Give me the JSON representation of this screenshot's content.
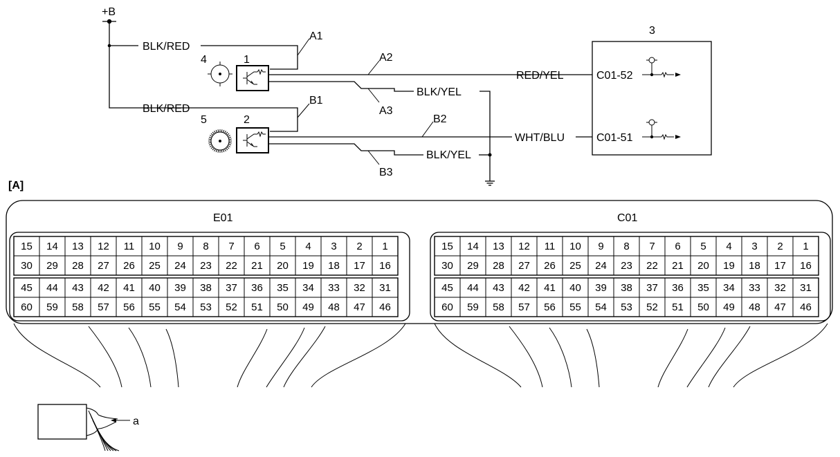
{
  "schematic": {
    "power_label": "+B",
    "wire_labels": {
      "a1_feed": "BLK/RED",
      "b1_feed": "BLK/RED",
      "a2": "RED/YEL",
      "b2": "WHT/BLU",
      "a3": "BLK/YEL",
      "b3": "BLK/YEL"
    },
    "callouts": {
      "a1": "A1",
      "a2": "A2",
      "a3": "A3",
      "b1": "B1",
      "b2": "B2",
      "b3": "B3"
    },
    "components": {
      "sensor_1": "1",
      "sensor_2": "2",
      "ecm": "3",
      "rotor_4": "4",
      "rotor_5": "5"
    },
    "ecm_terminals": {
      "upper": "C01-52",
      "lower": "C01-51"
    }
  },
  "connector_view": {
    "label": "[A]",
    "connectors": [
      {
        "name": "E01",
        "rows": [
          [
            "15",
            "14",
            "13",
            "12",
            "11",
            "10",
            "9",
            "8",
            "7",
            "6",
            "5",
            "4",
            "3",
            "2",
            "1"
          ],
          [
            "30",
            "29",
            "28",
            "27",
            "26",
            "25",
            "24",
            "23",
            "22",
            "21",
            "20",
            "19",
            "18",
            "17",
            "16"
          ],
          [
            "45",
            "44",
            "43",
            "42",
            "41",
            "40",
            "39",
            "38",
            "37",
            "36",
            "35",
            "34",
            "33",
            "32",
            "31"
          ],
          [
            "60",
            "59",
            "58",
            "57",
            "56",
            "55",
            "54",
            "53",
            "52",
            "51",
            "50",
            "49",
            "48",
            "47",
            "46"
          ]
        ]
      },
      {
        "name": "C01",
        "rows": [
          [
            "15",
            "14",
            "13",
            "12",
            "11",
            "10",
            "9",
            "8",
            "7",
            "6",
            "5",
            "4",
            "3",
            "2",
            "1"
          ],
          [
            "30",
            "29",
            "28",
            "27",
            "26",
            "25",
            "24",
            "23",
            "22",
            "21",
            "20",
            "19",
            "18",
            "17",
            "16"
          ],
          [
            "45",
            "44",
            "43",
            "42",
            "41",
            "40",
            "39",
            "38",
            "37",
            "36",
            "35",
            "34",
            "33",
            "32",
            "31"
          ],
          [
            "60",
            "59",
            "58",
            "57",
            "56",
            "55",
            "54",
            "53",
            "52",
            "51",
            "50",
            "49",
            "48",
            "47",
            "46"
          ]
        ]
      }
    ]
  },
  "legend": {
    "harness_label": "a"
  }
}
